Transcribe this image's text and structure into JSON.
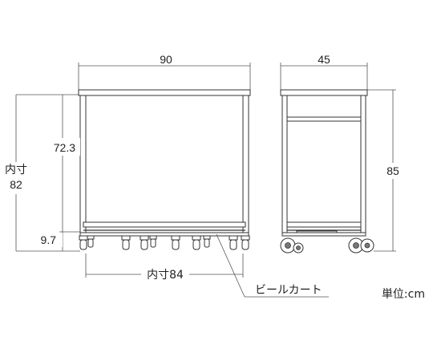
{
  "dimensions": {
    "front_width": "90",
    "side_width": "45",
    "upper_height": "72.3",
    "inner_height_label": "内寸",
    "inner_height_value": "82",
    "lower_height": "9.7",
    "inner_width": "内寸84",
    "total_height": "85"
  },
  "callout": "ビールカート",
  "unit": "単位:cm"
}
